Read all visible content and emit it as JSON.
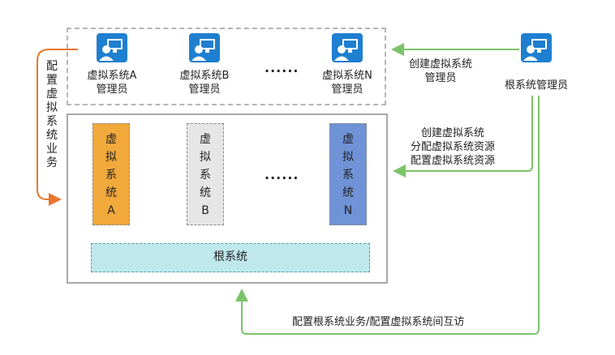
{
  "virtual_admins": [
    {
      "name_line1": "虚拟系统A",
      "name_line2": "管理员"
    },
    {
      "name_line1": "虚拟系统B",
      "name_line2": "管理员"
    },
    {
      "name_line1": "虚拟系统N",
      "name_line2": "管理员"
    }
  ],
  "admin_ellipsis": "......",
  "root_admin": {
    "label": "根系统管理员"
  },
  "create_admin_label": {
    "line1": "创建虚拟系统",
    "line2": "管理员"
  },
  "root_actions": {
    "line1": "创建虚拟系统",
    "line2": "分配虚拟系统资源",
    "line3": "配置虚拟系统资源"
  },
  "left_label": "配置虚拟系统业务",
  "virtual_systems": [
    {
      "label": "虚拟系统A",
      "color": "#f2a93b"
    },
    {
      "label": "虚拟系统B",
      "color": "#e6e6e6"
    },
    {
      "label": "虚拟系统N",
      "color": "#6f93d6"
    }
  ],
  "vsys_ellipsis": "......",
  "root_system": {
    "label": "根系统"
  },
  "bottom_label": "配置根系统业务/配置虚拟系统间互访",
  "colors": {
    "orange_arrow": "#e8772e",
    "green_arrow": "#7cc36a",
    "icon_blue": "#1f7fd0"
  }
}
